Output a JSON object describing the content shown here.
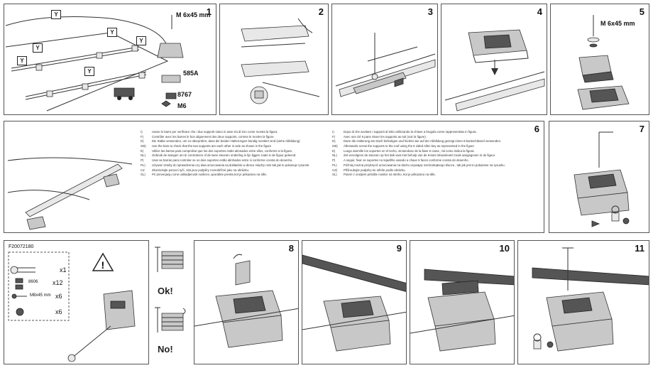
{
  "row1": {
    "panel1": {
      "step": "1",
      "bolt_label": "M 6x45 mm",
      "y_badges": [
        "Y",
        "Y",
        "Y",
        "Y",
        "Y",
        "Y"
      ],
      "label_585a": "585A",
      "label_8767": "8767",
      "label_m6": "M6"
    },
    "panel2": {
      "step": "2"
    },
    "panel3": {
      "step": "3"
    },
    "panel4": {
      "step": "4"
    },
    "panel5": {
      "step": "5",
      "bolt_label": "M 6x45 mm"
    }
  },
  "row2": {
    "panel6": {
      "step": "6",
      "col1": [
        {
          "code": "I)",
          "text": "Usare le barre per verificare che i due supporti siano in asse tra di loro come mostra la figura."
        },
        {
          "code": "F)",
          "text": "Contrôler avec les barres le bon alignement des deux supports, comme le montre la figure."
        },
        {
          "code": "D)",
          "text": "Die Stäbe verwenden, um zu überprüfen, dass die beiden Halterungen bündig montiert sind (siehe Abbildung)"
        },
        {
          "code": "GB)",
          "text": "Use the bars to check that the two supports are each other in axle as shown in the figure"
        },
        {
          "code": "E)",
          "text": "Utilize las barras para comprobar que los dos soportes están alineados entre ellos, conforme a la figura."
        },
        {
          "code": "NL)",
          "text": "Gebruik de stangen om te controleren of de twee steunen onderling in lijn liggen zoals in de figuur geleend."
        },
        {
          "code": "P)",
          "text": "Usar as barras para controlar se os dois suportes estão alinhados entre si conforme consta do desenho."
        },
        {
          "code": "PL)",
          "text": "Używać szteby do sprawdzenia czy dwa umocowania są dokładnie w desce między nimi tak jak to pokazuje rysunek."
        },
        {
          "code": "CZ",
          "text": "Zkontrolujte pomocí tyčí, zda jsou podpěry rovnoběžné jako na obrázku."
        },
        {
          "code": "SL)",
          "text": "Pri preverjanju cone uskladjenosti nosilcev, uporabite preske,kot je prikazano na sliki."
        }
      ],
      "col2": [
        {
          "code": "I)",
          "text": "Dopo di che avvitare i supporti al tetto utilizzando la chiave a brugola come rappresentato in figura."
        },
        {
          "code": "F)",
          "text": "Avec une clé 6 pans visser les supports au toit (voir la figure)."
        },
        {
          "code": "D)",
          "text": "Dann die Halterung am Dach befestigen und hierbei wie auf der Abbildung gezeigt einen 6-kantschlüssel verwenden."
        },
        {
          "code": "GB)",
          "text": "Afterwards screw the supports to the roof using the 6 sided Allen key as represented in the figure"
        },
        {
          "code": "E)",
          "text": "Luego atornille los soportes en el techo, sirviendose de la llave 6 caras , tal como indica la figura."
        },
        {
          "code": "NL)",
          "text": "Zet vervolgens de steunen op het dak vast met behulp van de 6-kant inbussleutel zoals aangegeven in de figuur."
        },
        {
          "code": "P)",
          "text": "A seguir, fixar os suportes no tejadilho usando a chave 6 faces conforme consta do desenho."
        },
        {
          "code": "PL)",
          "text": "Później można przykręcić umocowania na dachu używając sześciokątnego klucza , tak jak jest to pokazane na rysunku ."
        },
        {
          "code": "CZ)",
          "text": "Přišroubujte podpěry ke střeše podle obrázku."
        },
        {
          "code": "SL)",
          "text": "Putem z orodjem pritrdite nosilce na streho, kot je prikazano na sliki."
        }
      ]
    },
    "panel7": {
      "step": "7"
    }
  },
  "row3": {
    "kit": {
      "code": "F20072180",
      "qty_x1": "x1",
      "part_8606": "8606",
      "qty_x12": "x12",
      "bolt_label": "M8x45 mm",
      "qty_x6a": "x6",
      "qty_x6b": "x6"
    },
    "okno": {
      "ok": "Ok!",
      "no": "No!"
    },
    "panel8": {
      "step": "8"
    },
    "panel9": {
      "step": "9"
    },
    "panel10": {
      "step": "10"
    },
    "panel11": {
      "step": "11"
    }
  }
}
